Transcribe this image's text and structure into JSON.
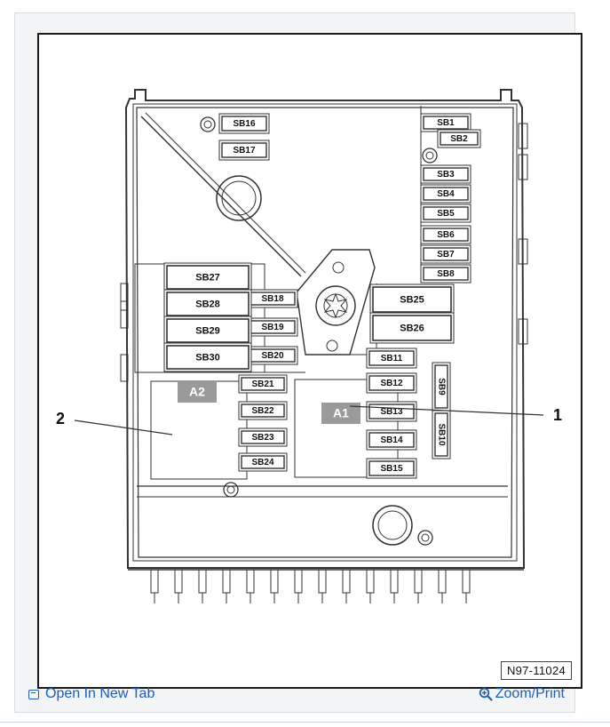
{
  "figure": {
    "id_label": "N97-11024",
    "callouts": [
      {
        "number": "1",
        "target": "A1"
      },
      {
        "number": "2",
        "target": "A2"
      }
    ],
    "relays": [
      "A1",
      "A2"
    ],
    "fuses": [
      "SB1",
      "SB2",
      "SB3",
      "SB4",
      "SB5",
      "SB6",
      "SB7",
      "SB8",
      "SB9",
      "SB10",
      "SB11",
      "SB12",
      "SB13",
      "SB14",
      "SB15",
      "SB16",
      "SB17",
      "SB18",
      "SB19",
      "SB20",
      "SB21",
      "SB22",
      "SB23",
      "SB24",
      "SB25",
      "SB26",
      "SB27",
      "SB28",
      "SB29",
      "SB30"
    ]
  },
  "toolbar": {
    "open_label": "Open In New Tab",
    "zoom_label": "Zoom/Print",
    "link_color": "#1a5fb4"
  }
}
